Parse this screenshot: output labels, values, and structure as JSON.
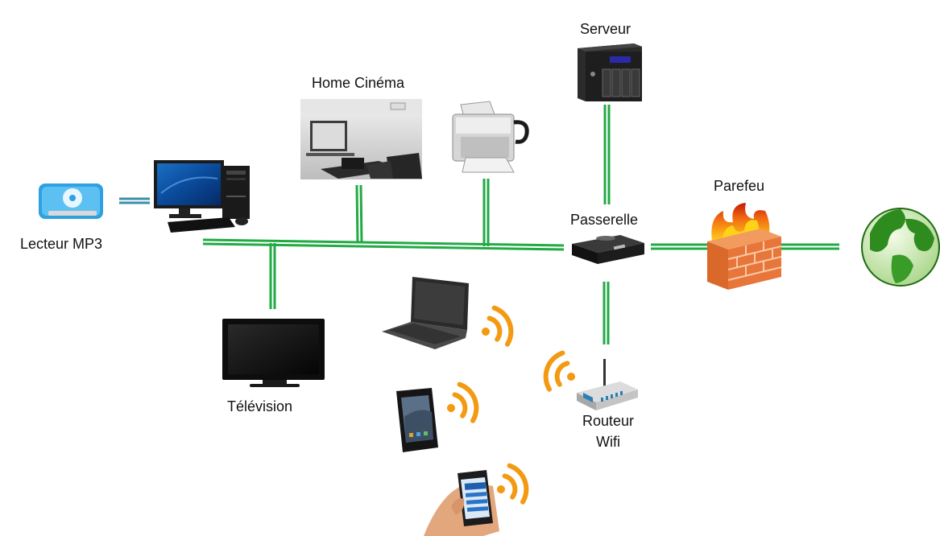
{
  "diagram": {
    "labels": {
      "serveur": "Serveur",
      "home_cinema": "Home Cinéma",
      "parefeu": "Parefeu",
      "passerelle": "Passerelle",
      "lecteur_mp3": "Lecteur MP3",
      "television": "Télévision",
      "routeur_line1": "Routeur",
      "routeur_line2": "Wifi"
    },
    "nodes": [
      {
        "id": "mp3-player",
        "icon": "mp3-player-icon"
      },
      {
        "id": "desktop-computer",
        "icon": "desktop-computer-icon"
      },
      {
        "id": "home-cinema",
        "icon": "home-cinema-icon"
      },
      {
        "id": "printer",
        "icon": "printer-icon"
      },
      {
        "id": "server",
        "icon": "nas-server-icon"
      },
      {
        "id": "gateway",
        "icon": "gateway-box-icon"
      },
      {
        "id": "firewall",
        "icon": "firewall-icon"
      },
      {
        "id": "internet",
        "icon": "globe-icon"
      },
      {
        "id": "television",
        "icon": "television-icon"
      },
      {
        "id": "laptop",
        "icon": "laptop-icon"
      },
      {
        "id": "tablet",
        "icon": "tablet-icon"
      },
      {
        "id": "smartphone",
        "icon": "smartphone-icon"
      },
      {
        "id": "wifi-router",
        "icon": "wifi-router-icon"
      }
    ],
    "colors": {
      "wired_link": "#22aa44",
      "mp3_link": "#3a8fa8",
      "wifi_signal": "#f39a12",
      "firewall_brick": "#e8763a",
      "globe_land": "#2e8b1e",
      "globe_sea": "#e6f3d2"
    }
  }
}
